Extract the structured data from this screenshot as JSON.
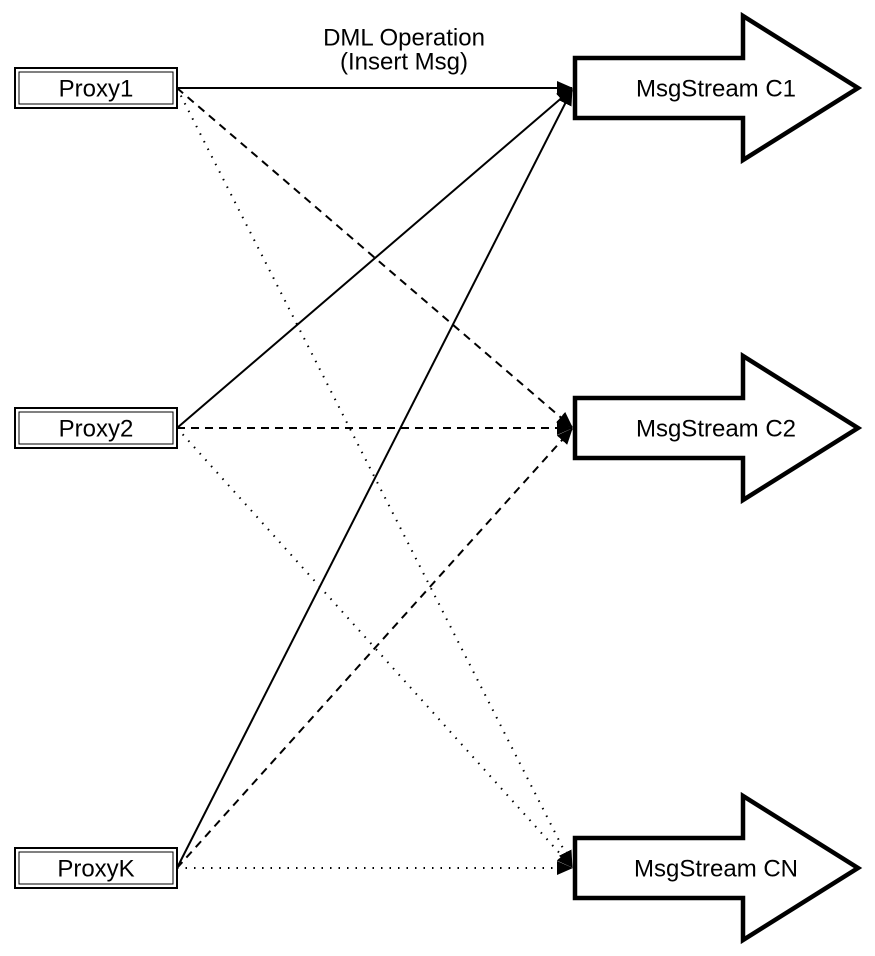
{
  "diagram": {
    "edge_label": {
      "line1": "DML Operation",
      "line2": "(Insert Msg)"
    },
    "proxies": [
      {
        "id": "proxy1",
        "label": "Proxy1"
      },
      {
        "id": "proxy2",
        "label": "Proxy2"
      },
      {
        "id": "proxyk",
        "label": "ProxyK"
      }
    ],
    "streams": [
      {
        "id": "c1",
        "label": "MsgStream C1"
      },
      {
        "id": "c2",
        "label": "MsgStream C2"
      },
      {
        "id": "cn",
        "label": "MsgStream CN"
      }
    ],
    "connections": [
      {
        "from": "Proxy1",
        "to": "MsgStream C1",
        "style": "solid"
      },
      {
        "from": "Proxy2",
        "to": "MsgStream C1",
        "style": "solid"
      },
      {
        "from": "ProxyK",
        "to": "MsgStream C1",
        "style": "solid"
      },
      {
        "from": "Proxy1",
        "to": "MsgStream C2",
        "style": "dashed"
      },
      {
        "from": "Proxy2",
        "to": "MsgStream C2",
        "style": "dashed"
      },
      {
        "from": "ProxyK",
        "to": "MsgStream C2",
        "style": "dashed"
      },
      {
        "from": "Proxy1",
        "to": "MsgStream CN",
        "style": "dotted"
      },
      {
        "from": "Proxy2",
        "to": "MsgStream CN",
        "style": "dotted"
      },
      {
        "from": "ProxyK",
        "to": "MsgStream CN",
        "style": "dotted"
      }
    ],
    "colors": {
      "stroke": "#000000",
      "fill": "#ffffff",
      "background": "#ffffff"
    }
  }
}
